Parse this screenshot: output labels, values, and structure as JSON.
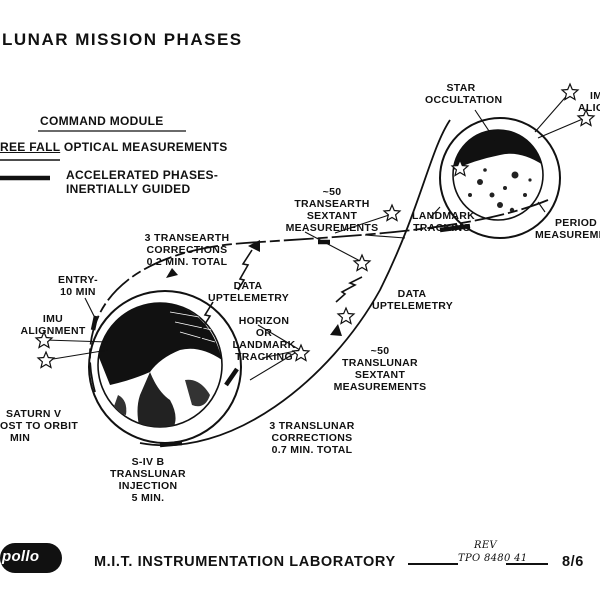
{
  "title": "LUNAR MISSION PHASES",
  "legend": {
    "heading": "COMMAND MODULE",
    "free_fall_em": "REE FALL",
    "free_fall_rest": " OPTICAL MEASUREMENTS",
    "accel_line1": "ACCELERATED PHASES-",
    "accel_line2": "INERTIALLY GUIDED"
  },
  "labels": {
    "star_occultation": [
      "STAR",
      "OCCULTATION"
    ],
    "imu_alignment_right": [
      "IMU",
      "ALIGNM"
    ],
    "period_measurement": [
      "PERIOD",
      "MEASUREMEN"
    ],
    "landmark_tracking_top": [
      "LANDMARK",
      "TRACKING"
    ],
    "transearth_sextant": [
      "~50",
      "TRANSEARTH",
      "SEXTANT",
      "MEASUREMENTS"
    ],
    "transearth_corrections": [
      "3  TRANSEARTH",
      "CORRECTIONS",
      "0.2 MIN. TOTAL"
    ],
    "data_uptelemetry_left": [
      "DATA",
      "UPTELEMETRY"
    ],
    "data_uptelemetry_right": [
      "DATA",
      "UPTELEMETRY"
    ],
    "entry": [
      "ENTRY-",
      "10 MIN"
    ],
    "imu_alignment_left": [
      "IMU",
      "ALIGNMENT"
    ],
    "horizon_tracking": [
      "HORIZON",
      "OR",
      "LANDMARK",
      "TRACKING"
    ],
    "translunar_sextant": [
      "~50",
      "TRANSLUNAR",
      "SEXTANT",
      "MEASUREMENTS"
    ],
    "saturn_boost": [
      "SATURN  V",
      "OST  TO ORBIT",
      "MIN"
    ],
    "translunar_corrections": [
      "3  TRANSLUNAR",
      "CORRECTIONS",
      "0.7 MIN. TOTAL"
    ],
    "sivb_injection": [
      "S-IV B",
      "TRANSLUNAR",
      "INJECTION",
      "5 MIN."
    ]
  },
  "footer": {
    "logo": "pollo",
    "lab": "M.I.T. INSTRUMENTATION LABORATORY",
    "rev_note": "REV",
    "doc_number": "TPO 8480 41",
    "date": "8/6"
  }
}
